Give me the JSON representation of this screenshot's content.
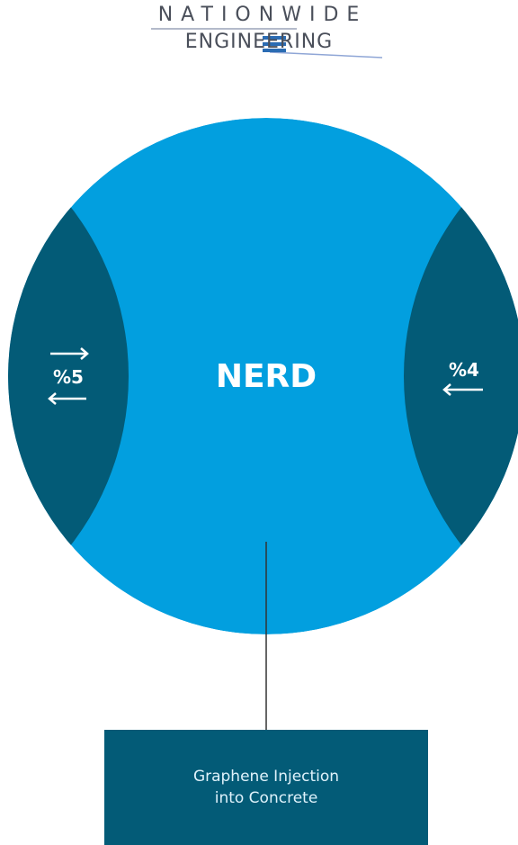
{
  "logo": {
    "line1": "NATIONWIDE",
    "line2": "ENGINEERING"
  },
  "diagram": {
    "center_label": "NERD",
    "left_value": "%5",
    "right_value": "%4",
    "caption_line1": "Graphene Injection",
    "caption_line2": "into Concrete"
  },
  "colors": {
    "circle": "#029fdf",
    "lens": "#035b77",
    "box": "#035b77",
    "logo_text": "#4a4f5a",
    "logo_accent": "#2b6cb3"
  }
}
